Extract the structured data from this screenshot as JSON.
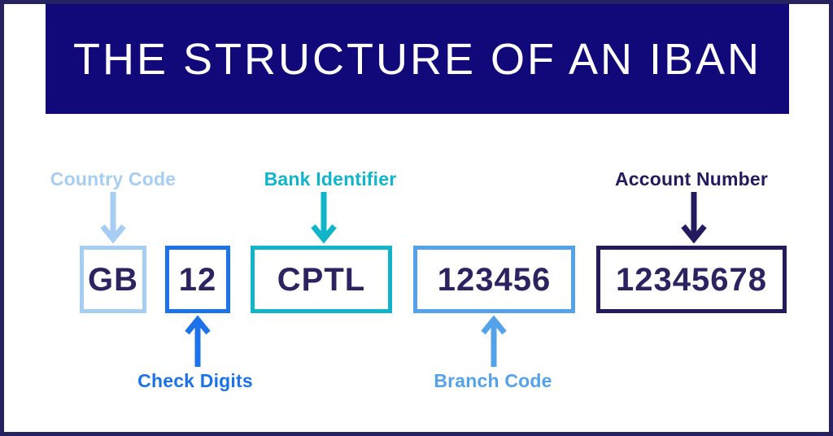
{
  "page": {
    "frame_border_color": "#262261",
    "background_color": "#ffffff"
  },
  "banner": {
    "title": "THE STRUCTURE OF AN IBAN",
    "background_color": "#110979",
    "title_color": "#ffffff"
  },
  "iban": {
    "value_color": "#2c2361",
    "segments": [
      {
        "id": "country-code",
        "value": "GB",
        "label": "Country Code",
        "color": "#a6cdf2",
        "label_position": "top"
      },
      {
        "id": "check-digits",
        "value": "12",
        "label": "Check Digits",
        "color": "#1c73e8",
        "label_position": "bottom"
      },
      {
        "id": "bank-identifier",
        "value": "CPTL",
        "label": "Bank Identifier",
        "color": "#10b5c9",
        "label_position": "top"
      },
      {
        "id": "branch-code",
        "value": "123456",
        "label": "Branch Code",
        "color": "#54a3ea",
        "label_position": "bottom"
      },
      {
        "id": "account-number",
        "value": "12345678",
        "label": "Account Number",
        "color": "#221b5e",
        "label_position": "top"
      }
    ]
  }
}
